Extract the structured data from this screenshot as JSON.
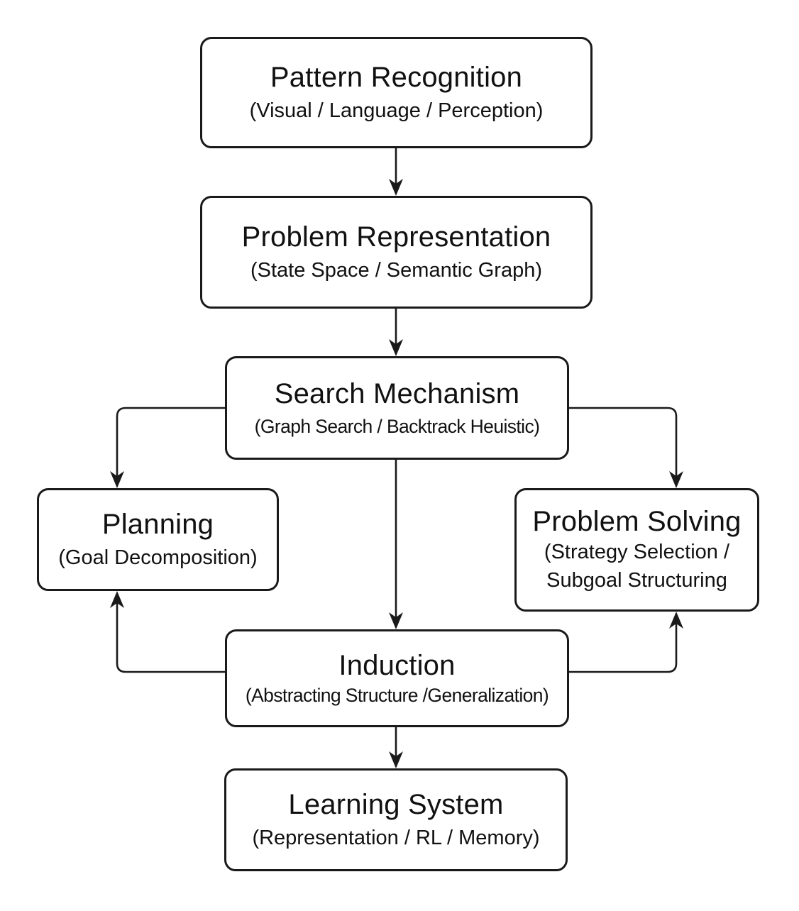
{
  "diagram": {
    "nodes": {
      "pattern_recognition": {
        "title": "Pattern Recognition",
        "subtitle": "(Visual / Language / Perception)"
      },
      "problem_representation": {
        "title": "Problem Representation",
        "subtitle": "(State Space / Semantic Graph)"
      },
      "search_mechanism": {
        "title": "Search Mechanism",
        "subtitle": "(Graph Search / Backtrack Heuistic)"
      },
      "planning": {
        "title": "Planning",
        "subtitle": "(Goal Decomposition)"
      },
      "problem_solving": {
        "title": "Problem Solving",
        "subtitle_line1": "(Strategy Selection /",
        "subtitle_line2": "Subgoal Structuring"
      },
      "induction": {
        "title": "Induction",
        "subtitle": "(Abstracting Structure /Generalization)"
      },
      "learning_system": {
        "title": "Learning System",
        "subtitle": "(Representation / RL / Memory)"
      }
    },
    "colors": {
      "stroke": "#1a1a1a",
      "background": "#ffffff",
      "text": "#111111"
    }
  }
}
